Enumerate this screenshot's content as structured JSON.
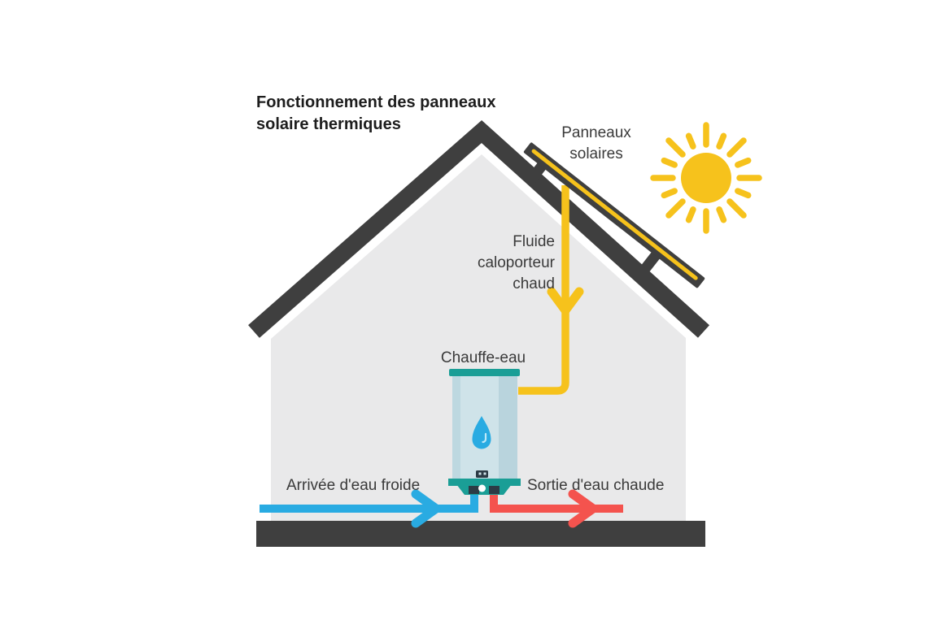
{
  "title": {
    "line1": "Fonctionnement des panneaux",
    "line2": "solaire thermiques"
  },
  "labels": {
    "panels": "Panneaux\nsolaires",
    "fluid": "Fluide\ncaloporteur\nchaud",
    "water_heater": "Chauffe-eau",
    "cold_water_in": "Arrivée d'eau froide",
    "hot_water_out": "Sortie d'eau chaude"
  },
  "icons": [
    "sun-icon",
    "solar-panel-icon",
    "house-icon",
    "water-heater-icon",
    "water-drop-icon",
    "burner-valve-icon",
    "down-arrow-icon",
    "right-arrow-icon"
  ],
  "colors": {
    "dark": "#3f3f3f",
    "wall": "#e9e9ea",
    "yellow": "#f6c21c",
    "blue": "#29abe2",
    "red": "#f4534e",
    "teal": "#1a9e96",
    "heater_body": "#cfe3e9",
    "heater_shade_left": "#bdd8e0",
    "heater_shade_right": "#b9d4dd",
    "connector_dark": "#2c3b45",
    "drop_highlight": "#bfe9f9",
    "text": "#3a3a3a",
    "title": "#1d1d1d"
  }
}
